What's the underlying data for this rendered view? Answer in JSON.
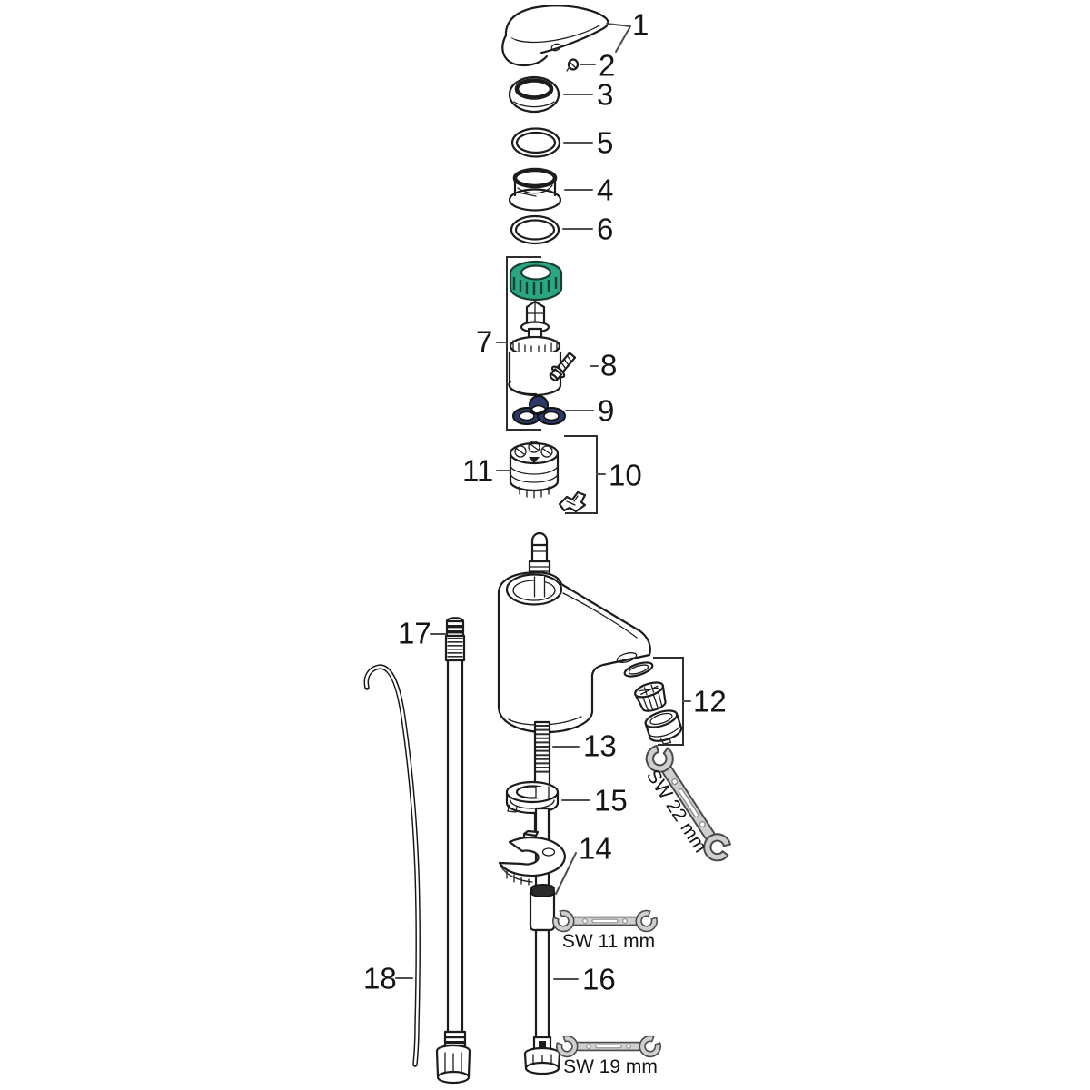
{
  "diagram": {
    "kind": "exploded-parts-diagram",
    "background": "#ffffff",
    "colors": {
      "line": "#1c1c1c",
      "leader": "#4d4d4d",
      "accent_green": "#2ea581",
      "accent_blue": "#2c3968",
      "tool_fill": "#cfcfcf",
      "tool_stroke": "#4a4a4a"
    },
    "callouts": [
      {
        "label": "1",
        "name": "lever-handle"
      },
      {
        "label": "2",
        "name": "handle-screw"
      },
      {
        "label": "3",
        "name": "sleeve-ring"
      },
      {
        "label": "4",
        "name": "cartridge-nut"
      },
      {
        "label": "5",
        "name": "o-ring-upper"
      },
      {
        "label": "6",
        "name": "o-ring-lower"
      },
      {
        "label": "7",
        "name": "cartridge-assembly"
      },
      {
        "label": "8",
        "name": "cartridge-screw"
      },
      {
        "label": "9",
        "name": "seal-set"
      },
      {
        "label": "10",
        "name": "valve-assembly"
      },
      {
        "label": "11",
        "name": "valve-insert"
      },
      {
        "label": "12",
        "name": "aerator-set"
      },
      {
        "label": "13",
        "name": "threaded-rod"
      },
      {
        "label": "14",
        "name": "mounting-bracket"
      },
      {
        "label": "15",
        "name": "base-seal-ring"
      },
      {
        "label": "16",
        "name": "mounting-rod"
      },
      {
        "label": "17",
        "name": "supply-hose"
      },
      {
        "label": "18",
        "name": "pull-rod"
      }
    ],
    "tools": [
      {
        "id": "sw22",
        "label": "SW 22 mm"
      },
      {
        "id": "sw11",
        "label": "SW 11 mm"
      },
      {
        "id": "sw19",
        "label": "SW 19 mm"
      }
    ]
  }
}
